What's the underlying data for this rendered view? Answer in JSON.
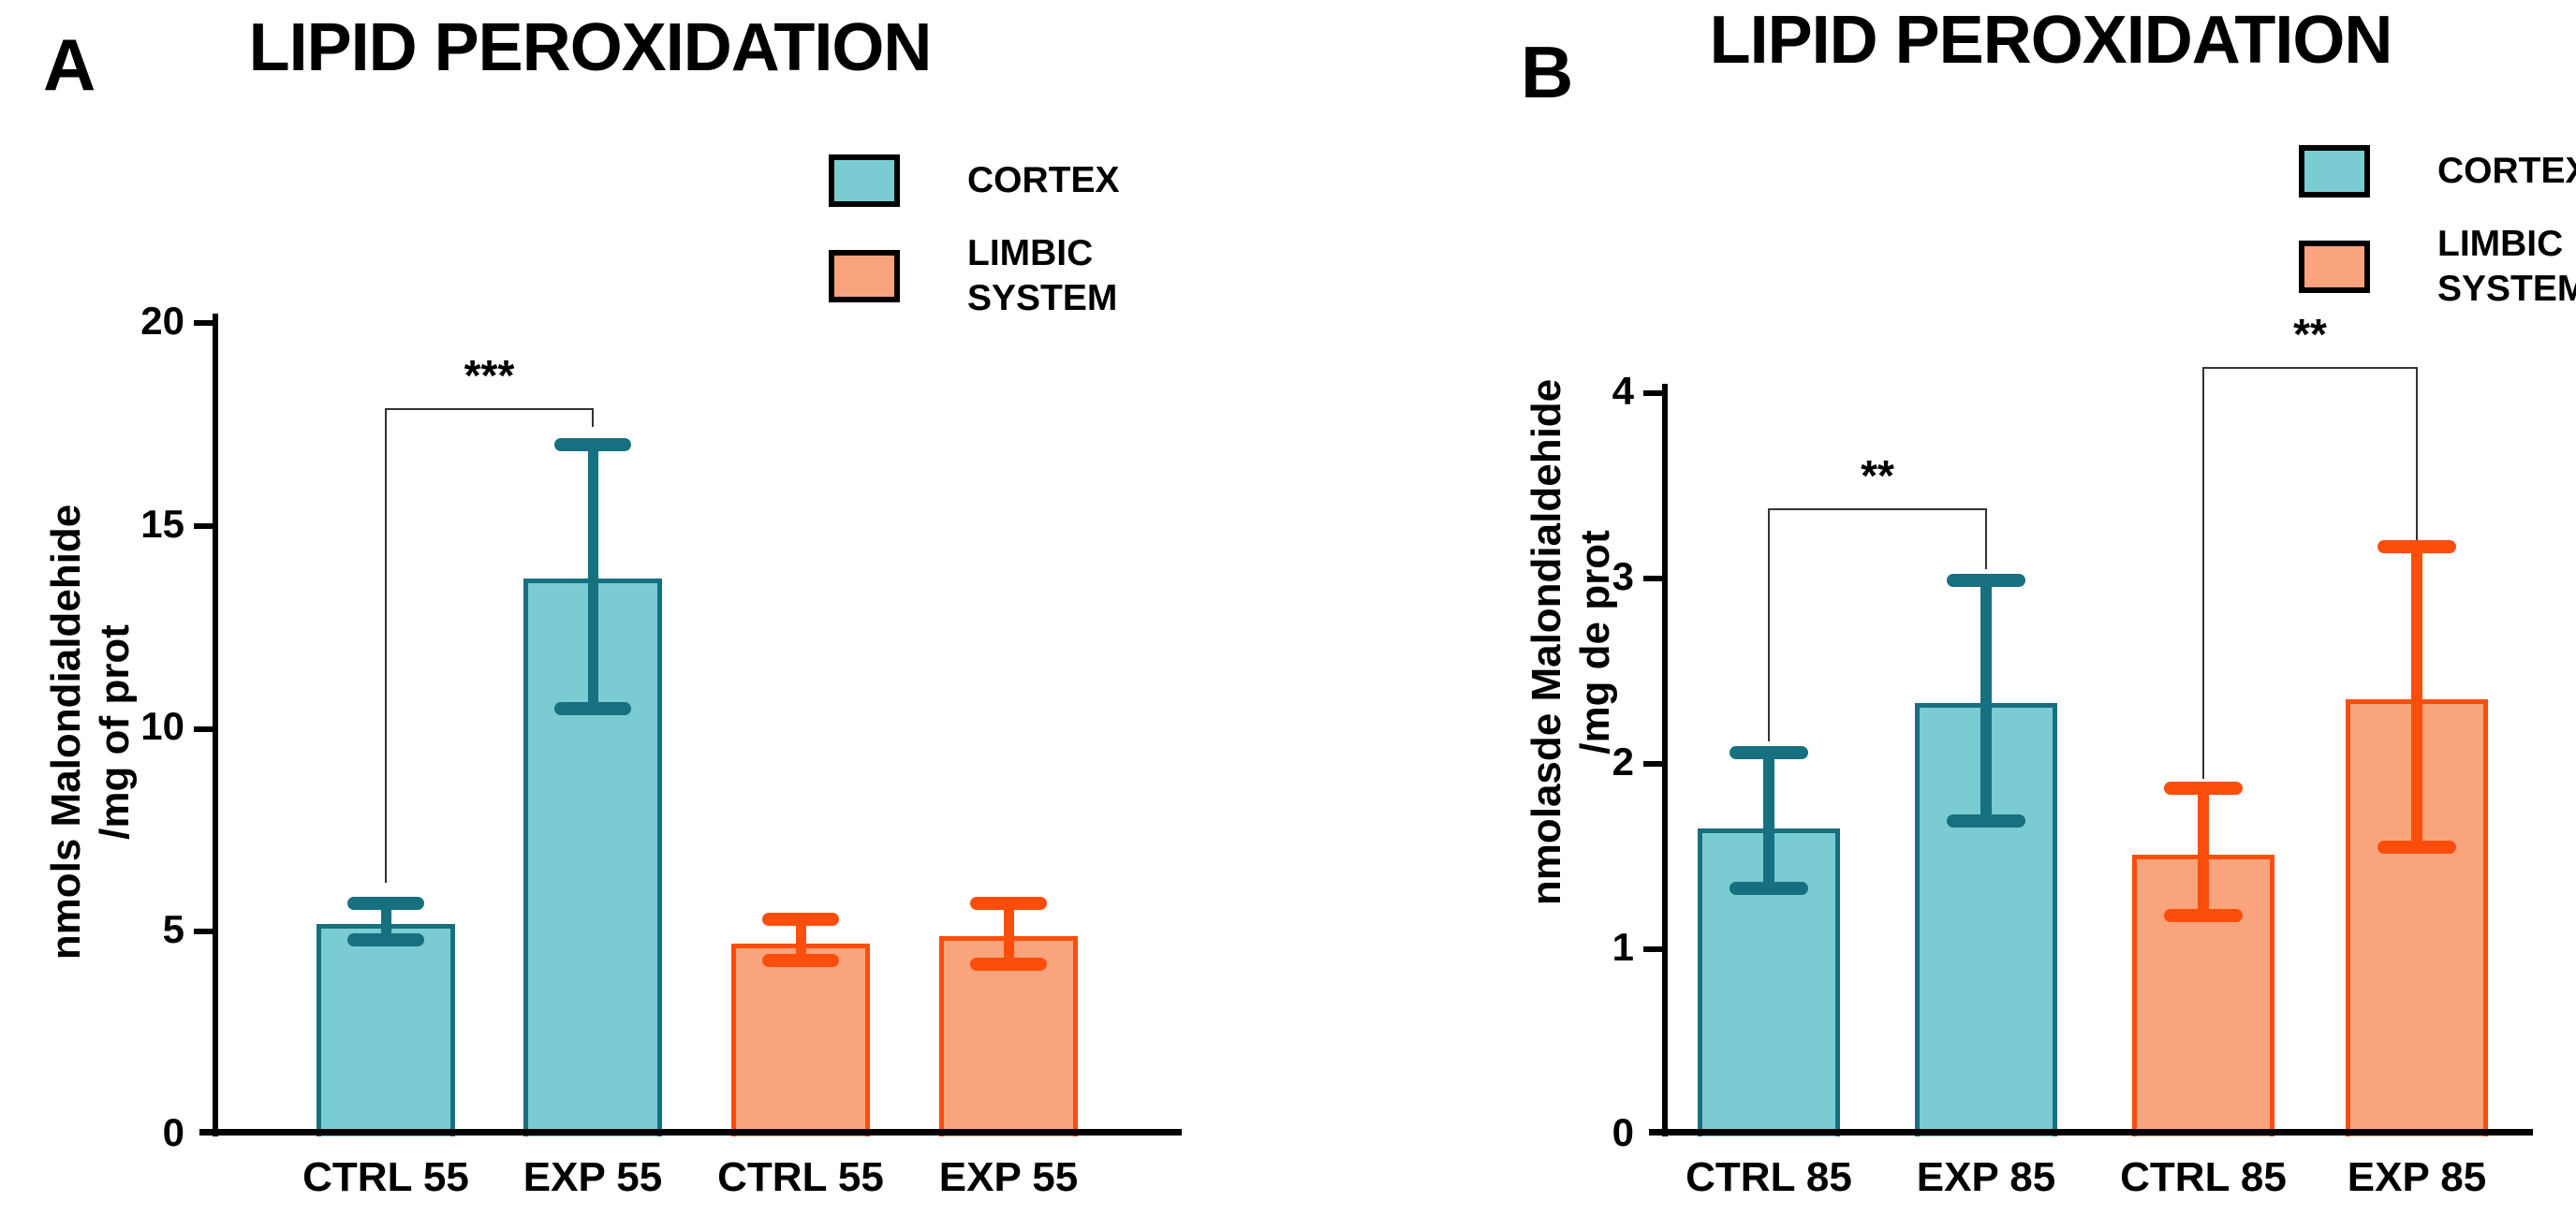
{
  "figure": {
    "background": "#ffffff",
    "axis_color": "#000000",
    "bracket_color": "#333333",
    "series_colors": {
      "cortex": {
        "fill": "#7bcbd2",
        "stroke": "#17707f"
      },
      "limbic": {
        "fill": "#f9a47c",
        "stroke": "#fb4e0c"
      }
    },
    "panels": [
      {
        "panel_label": "A",
        "title": "LIPID PEROXIDATION",
        "legend": [
          {
            "label": "CORTEX",
            "series": "cortex"
          },
          {
            "label": "LIMBIC\nSYSTEM",
            "series": "limbic"
          }
        ]
      },
      {
        "panel_label": "B",
        "title": "LIPID PEROXIDATION",
        "legend": [
          {
            "label": "CORTEX",
            "series": "cortex"
          },
          {
            "label": "LIMBIC\nSYSTEM",
            "series": "limbic"
          }
        ]
      }
    ]
  },
  "chart_data": [
    {
      "type": "bar",
      "panel": "A",
      "title": "LIPID PEROXIDATION",
      "ylabel_lines": [
        "nmols Malondialdehide",
        "/mg of prot"
      ],
      "categories": [
        "CTRL 55",
        "EXP 55",
        "CTRL 55",
        "EXP 55"
      ],
      "bar_series": [
        "cortex",
        "cortex",
        "limbic",
        "limbic"
      ],
      "values": [
        5.2,
        13.7,
        4.7,
        4.9
      ],
      "error_low": [
        4.8,
        10.5,
        4.3,
        4.2
      ],
      "error_high": [
        5.7,
        17.0,
        5.3,
        5.7
      ],
      "ylim": [
        0,
        20
      ],
      "yticks": [
        0,
        5,
        10,
        15,
        20
      ],
      "grid": false,
      "legend": [
        "CORTEX",
        "LIMBIC SYSTEM"
      ],
      "legend_position": "top-right",
      "significance": [
        {
          "label": "***",
          "from_bar": 0,
          "to_bar": 1,
          "line_y": 17.9,
          "left_leg_down_to": 6.2,
          "right_leg_down_to": 17.45
        }
      ]
    },
    {
      "type": "bar",
      "panel": "B",
      "title": "LIPID PEROXIDATION",
      "ylabel_lines": [
        "nmolasde Malondialdehide",
        "/mg de prot"
      ],
      "categories": [
        "CTRL 85",
        "EXP 85",
        "CTRL 85",
        "EXP 85"
      ],
      "bar_series": [
        "cortex",
        "cortex",
        "limbic",
        "limbic"
      ],
      "values": [
        1.65,
        2.33,
        1.51,
        2.35
      ],
      "error_low": [
        1.33,
        1.69,
        1.18,
        1.55
      ],
      "error_high": [
        2.06,
        2.99,
        1.87,
        3.17
      ],
      "ylim": [
        0,
        4
      ],
      "yticks": [
        0,
        1,
        2,
        3,
        4
      ],
      "grid": false,
      "legend": [
        "CORTEX",
        "LIMBIC SYSTEM"
      ],
      "legend_position": "top-right",
      "significance": [
        {
          "label": "**",
          "from_bar": 0,
          "to_bar": 1,
          "line_y": 3.38,
          "left_leg_down_to": 2.12,
          "right_leg_down_to": 3.05
        },
        {
          "label": "**",
          "from_bar": 2,
          "to_bar": 3,
          "line_y": 4.14,
          "left_leg_down_to": 1.92,
          "right_leg_down_to": 3.08
        }
      ]
    }
  ]
}
